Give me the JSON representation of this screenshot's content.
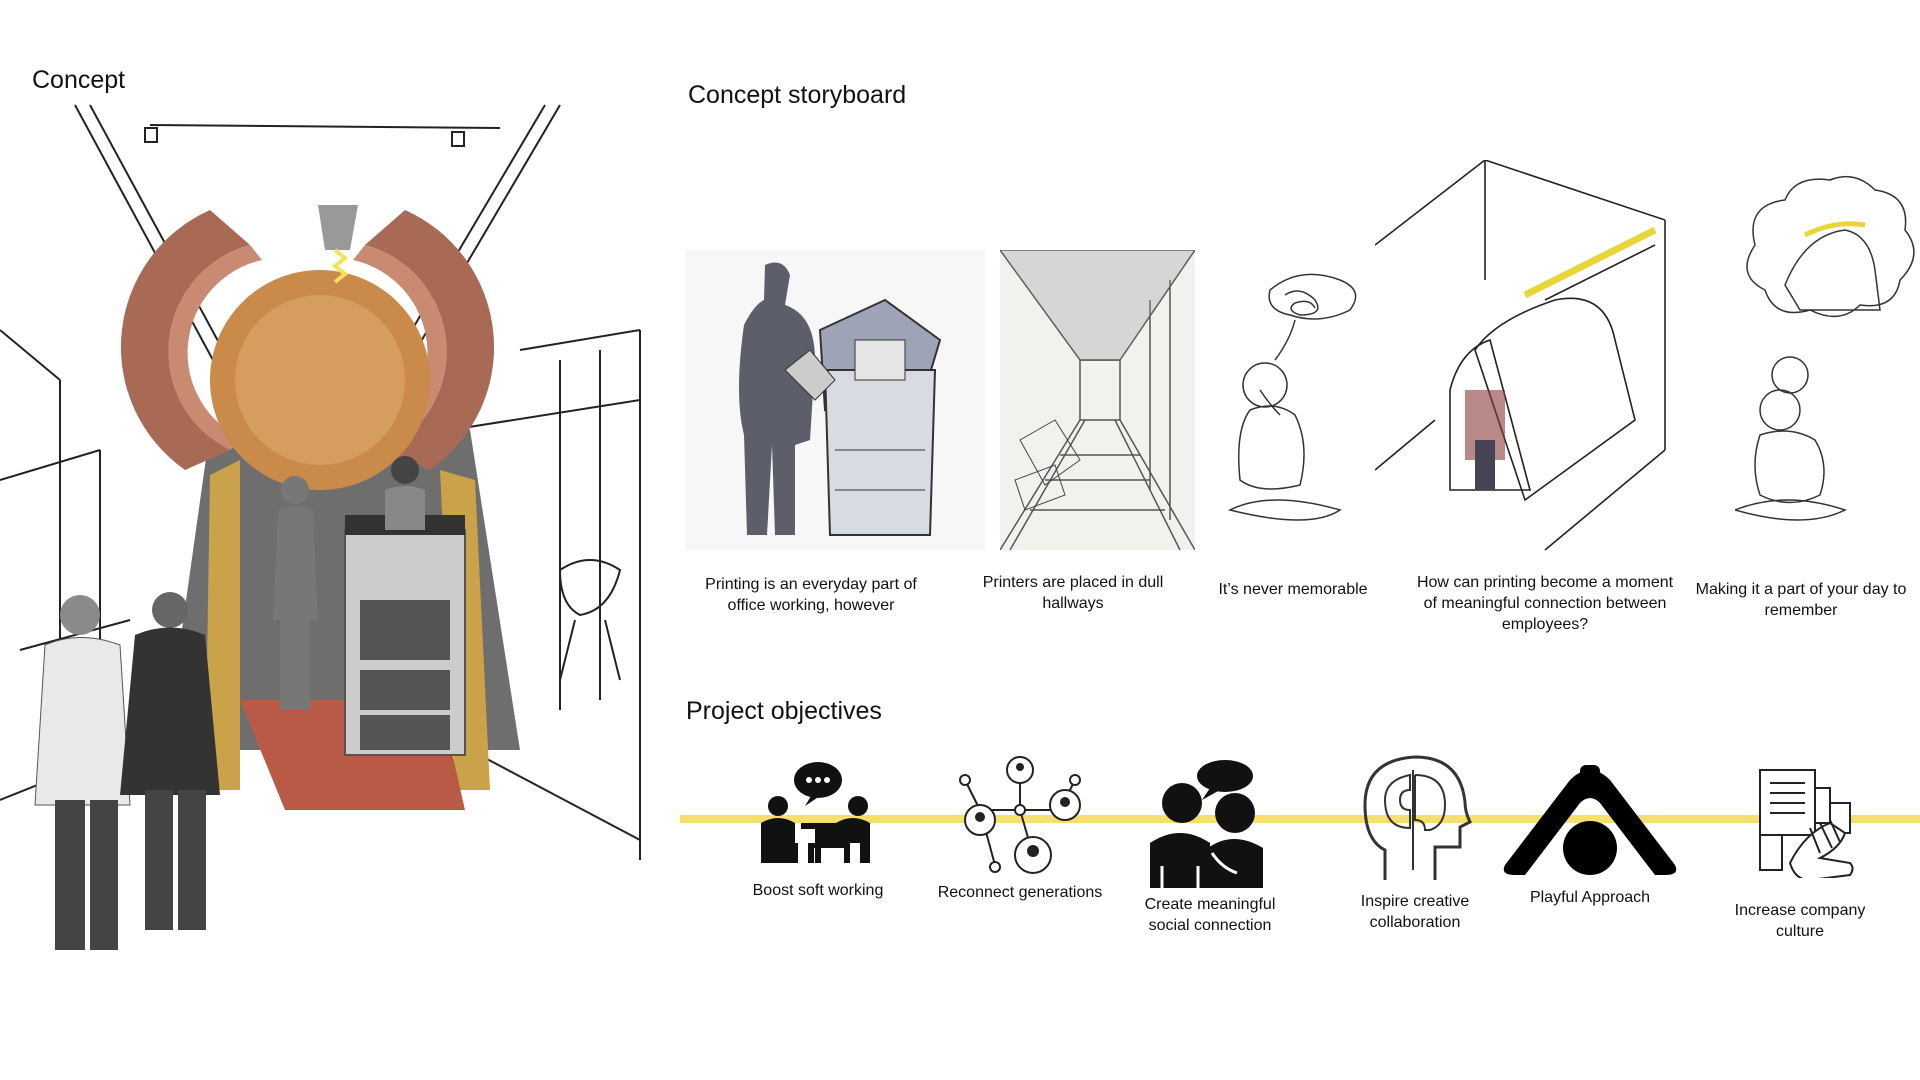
{
  "concept": {
    "title": "Concept"
  },
  "storyboard": {
    "title": "Concept storyboard",
    "captions": [
      "Printing is an everyday part of office working, however",
      "Printers  are  placed in dull hallways",
      "It’s never memorable",
      "How can printing become a moment of meaningful connection between employees?",
      "Making it a part of your day to remember"
    ]
  },
  "objectives": {
    "title": "Project objectives",
    "accent_color": "#f6df6a",
    "items": [
      {
        "label": "Boost soft working",
        "icon": "meeting-icon"
      },
      {
        "label": "Reconnect generations",
        "icon": "network-icon"
      },
      {
        "label": "Create meaningful social connection",
        "icon": "conversation-icon"
      },
      {
        "label": "Inspire creative collaboration",
        "icon": "puzzle-head-icon"
      },
      {
        "label": "Playful Approach",
        "icon": "playful-icon"
      },
      {
        "label": "Increase  company culture",
        "icon": "culture-icon"
      }
    ]
  }
}
